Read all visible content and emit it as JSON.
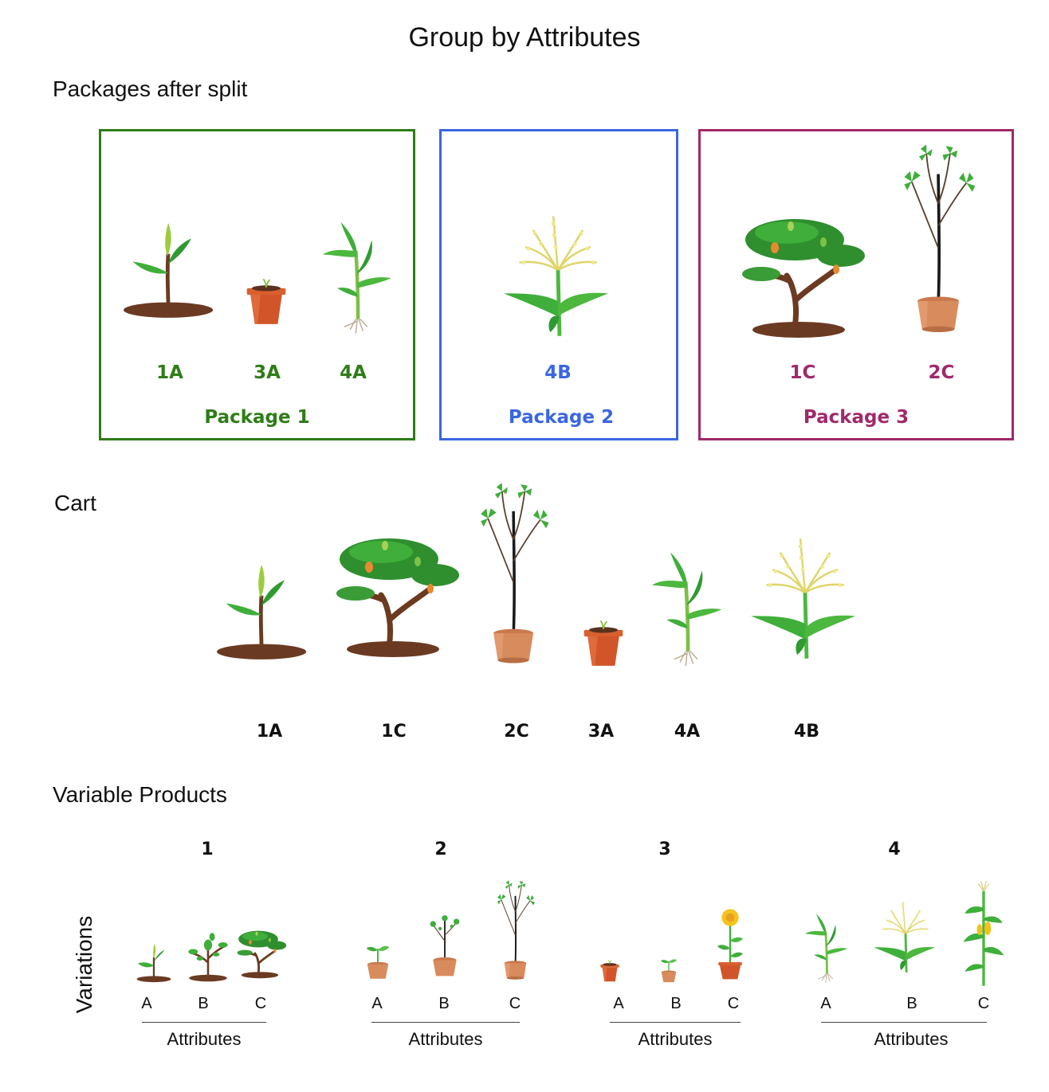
{
  "title": "Group by Attributes",
  "sections": {
    "packages": "Packages after split",
    "cart": "Cart",
    "variable": "Variable Products"
  },
  "packages": [
    {
      "name": "Package 1",
      "color": "#2e7d17",
      "items": [
        "1A",
        "3A",
        "4A"
      ]
    },
    {
      "name": "Package 2",
      "color": "#3a66e0",
      "items": [
        "4B"
      ]
    },
    {
      "name": "Package 3",
      "color": "#a0286a",
      "items": [
        "1C",
        "2C"
      ]
    }
  ],
  "cart": {
    "items": [
      "1A",
      "1C",
      "2C",
      "3A",
      "4A",
      "4B"
    ]
  },
  "variable_products": {
    "axis_label": "Variations",
    "products": [
      {
        "number": "1",
        "attributes": [
          "A",
          "B",
          "C"
        ],
        "caption": "Attributes"
      },
      {
        "number": "2",
        "attributes": [
          "A",
          "B",
          "C"
        ],
        "caption": "Attributes"
      },
      {
        "number": "3",
        "attributes": [
          "A",
          "B",
          "C"
        ],
        "caption": "Attributes"
      },
      {
        "number": "4",
        "attributes": [
          "A",
          "B",
          "C"
        ],
        "caption": "Attributes"
      }
    ]
  },
  "colors": {
    "leaf": "#3fae3a",
    "trunk": "#6b3a20",
    "soil": "#6a3a22",
    "pot": "#d2552a",
    "tassel": "#e8e070"
  }
}
